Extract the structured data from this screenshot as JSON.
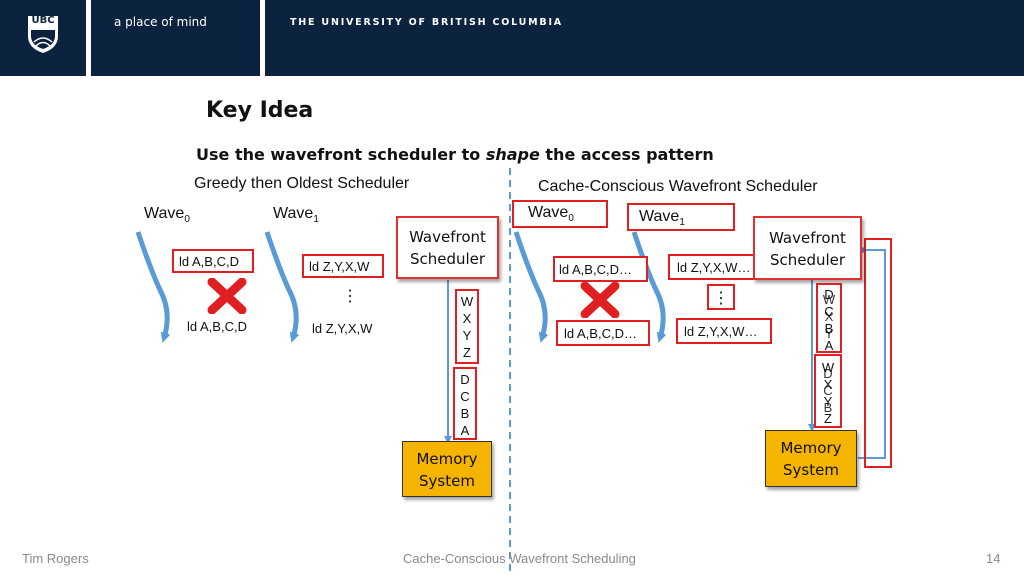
{
  "header": {
    "logo_text": "UBC",
    "tagline": "a place of mind",
    "university": "THE UNIVERSITY OF BRITISH COLUMBIA"
  },
  "slide": {
    "title": "Key Idea",
    "subtitle_pre": "Use the wavefront scheduler to ",
    "subtitle_em": "shape",
    "subtitle_post": " the access pattern"
  },
  "left": {
    "heading": "Greedy then Oldest Scheduler",
    "wave0": "Wave",
    "wave0_sub": "0",
    "wave1": "Wave",
    "wave1_sub": "1",
    "ld0_top": "ld A,B,C,D",
    "ld0_bottom": "ld A,B,C,D",
    "ld1_top": "ld Z,Y,X,W",
    "ld1_bottom": "ld Z,Y,X,W",
    "ellipsis": "⋮",
    "scheduler": [
      "Wavefront",
      "Scheduler"
    ],
    "queue_top": [
      "W",
      "X",
      "Y",
      "Z"
    ],
    "queue_bottom": [
      "D",
      "C",
      "B",
      "A"
    ],
    "memory": [
      "Memory",
      "System"
    ]
  },
  "right": {
    "heading": "Cache-Conscious Wavefront Scheduler",
    "wave0": "Wave",
    "wave0_sub": "0",
    "wave1": "Wave",
    "wave1_sub": "1",
    "ld0_top": "ld A,B,C,D…",
    "ld0_bottom": "ld A,B,C,D…",
    "ld1_top": "ld Z,Y,X,W…",
    "ld1_bottom": "ld Z,Y,X,W…",
    "ellipsis": "⋮",
    "scheduler": [
      "Wavefront",
      "Scheduler"
    ],
    "queue_top": [
      "D",
      "C",
      "B",
      "A"
    ],
    "queue_top_overlap": [
      "W",
      "X",
      "Y",
      "Z"
    ],
    "queue_bottom": [
      "W",
      "X",
      "Y",
      "Z"
    ],
    "queue_bottom_overlap": [
      "D",
      "C",
      "B",
      "A"
    ],
    "memory": [
      "Memory",
      "System"
    ]
  },
  "footer": {
    "author": "Tim Rogers",
    "talk": "Cache-Conscious Wavefront Scheduling",
    "page": "14"
  },
  "colors": {
    "header_navy": "#0c2340",
    "red": "#e02020",
    "arrow_blue": "#5b9bd5",
    "memory_gold": "#f4b400"
  }
}
